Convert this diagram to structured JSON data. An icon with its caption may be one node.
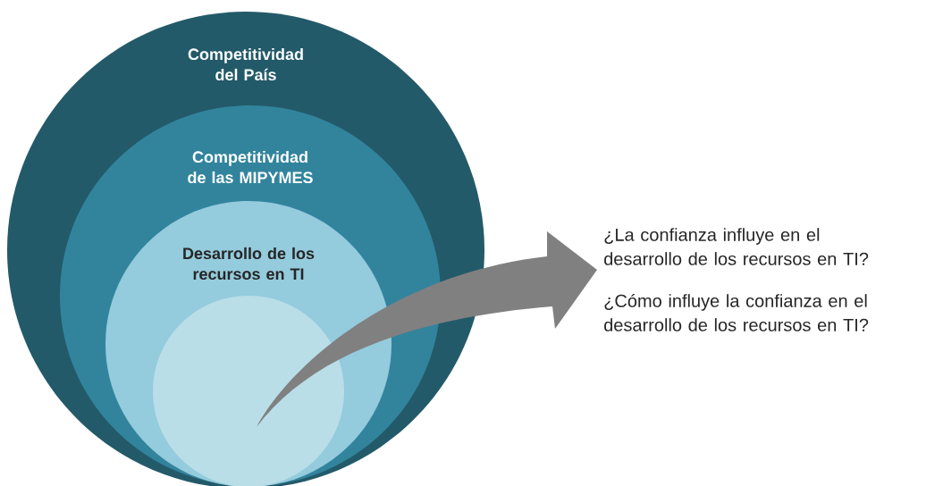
{
  "diagram": {
    "nodes": [
      {
        "text": [
          "Competitividad del País"
        ]
      },
      {
        "text": [
          "Competitividad de las MIPYMES"
        ],
        "in": 0
      },
      {
        "text": [
          "Desarrollo de los recursos en TI"
        ],
        "in": 1
      },
      {
        "text": [],
        "shape": "circle",
        "in": 2
      },
      {
        "text": [
          "¿La confianza influye en el desarrollo de los recursos en TI?",
          "¿Cómo influye la confianza en el desarrollo de los recursos en TI?"
        ]
      }
    ],
    "edges": [
      {
        "from": 3,
        "to": 4,
        "arrow": "to",
        "style": "thick",
        "color": "#808080"
      }
    ]
  }
}
